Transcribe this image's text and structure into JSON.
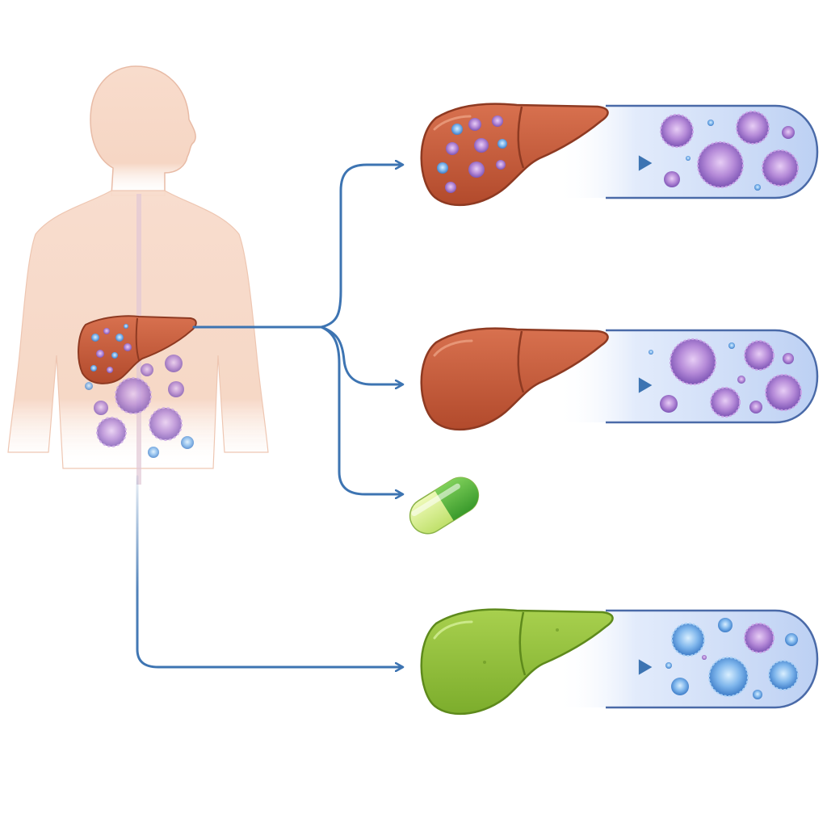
{
  "colors": {
    "background": "#ffffff",
    "body_skin": "#f6d7c6",
    "body_outline": "#e6b8a2",
    "spine": "#e8d0dc",
    "liver_diseased": "#c45a3a",
    "liver_diseased_dark": "#8e3a22",
    "liver_healthy": "#8fbf3a",
    "liver_healthy_dark": "#5e8a1c",
    "connector_arrow": "#3d74b2",
    "vial_fill": "#d9e6fb",
    "vial_border": "#4a6aa8",
    "cell_purple": "#b58ad8",
    "cell_purple_core": "#8a5cc0",
    "cell_blue": "#7fb6ec",
    "cell_blue_core": "#4f8fd6",
    "pill_green": "#4caf3c",
    "pill_light": "#d6ee8c"
  },
  "diagram": {
    "source": {
      "label": "human-torso",
      "organ": "liver-with-tumor-cells"
    },
    "branches": [
      {
        "id": "branch-1",
        "liver_state": "diseased-with-cells",
        "vial_cells": "purple",
        "vial_cell_count": 9
      },
      {
        "id": "branch-2",
        "liver_state": "diseased",
        "vial_cells": "purple",
        "vial_cell_count": 10
      },
      {
        "id": "branch-3",
        "liver_state": "treatment",
        "icon": "capsule-pill-icon"
      },
      {
        "id": "branch-4",
        "liver_state": "healthy",
        "vial_cells": "blue-mixed",
        "vial_cell_count": 10
      }
    ],
    "icons": [
      "human-body-icon",
      "liver-icon",
      "arrow-right-icon",
      "capsule-pill-icon",
      "test-vial-icon",
      "cell-cluster-icon"
    ]
  }
}
